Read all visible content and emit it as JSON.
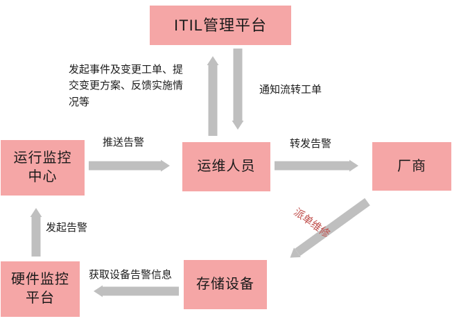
{
  "diagram": {
    "nodes": {
      "itil_platform": {
        "label": "ITIL管理平台"
      },
      "monitoring_center": {
        "label": "运行监控中心"
      },
      "ops_personnel": {
        "label": "运维人员"
      },
      "vendor": {
        "label": "厂商"
      },
      "storage_device": {
        "label": "存储设备"
      },
      "hardware_monitoring_platform": {
        "label": "硬件监控平台"
      }
    },
    "edges": [
      {
        "from": "ops_personnel",
        "to": "itil_platform",
        "label": "发起事件及变更工单、提交变更方案、反馈实施情况等"
      },
      {
        "from": "itil_platform",
        "to": "ops_personnel",
        "label": "通知流转工单"
      },
      {
        "from": "monitoring_center",
        "to": "ops_personnel",
        "label": "推送告警"
      },
      {
        "from": "ops_personnel",
        "to": "vendor",
        "label": "转发告警"
      },
      {
        "from": "vendor",
        "to": "storage_device",
        "label": "派单维修"
      },
      {
        "from": "storage_device",
        "to": "hardware_monitoring_platform",
        "label": "获取设备告警信息"
      },
      {
        "from": "hardware_monitoring_platform",
        "to": "monitoring_center",
        "label": "发起告警"
      }
    ],
    "colors": {
      "node_fill": "#F5A6A6",
      "node_text": "#1A1A1A",
      "arrow": "#BFBFBF",
      "edge_label_text": "#1A1A1A",
      "dispatch_label_text": "#C0504D"
    }
  }
}
